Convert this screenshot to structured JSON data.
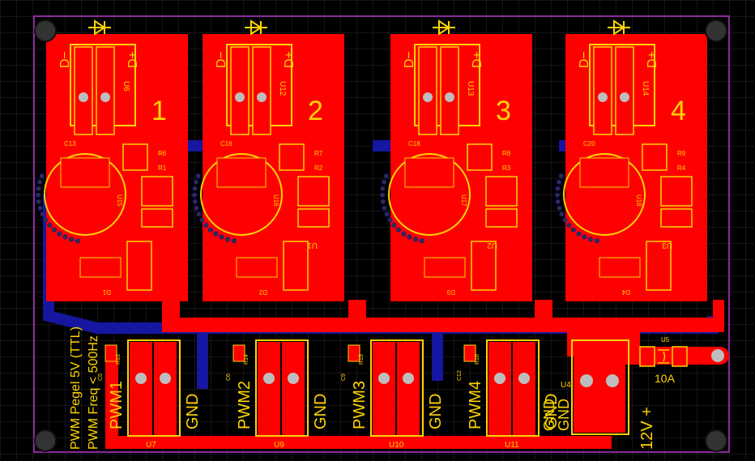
{
  "colors": {
    "background": "#000000",
    "grid": "#2a2a2a",
    "outline": "#8a2a9a",
    "copper_top": "#ff0000",
    "copper_bottom": "#1616a0",
    "silk": "#ffd400",
    "pad": "#bdbdbd",
    "mounting_hole": "#333333"
  },
  "modules": [
    {
      "number": "1",
      "diode": "D1",
      "u_label": "U6",
      "res_a": "R6",
      "res_b": "R1",
      "cap": "C13",
      "u_small": "U15"
    },
    {
      "number": "2",
      "diode": "D2",
      "u_label": "U12",
      "res_a": "R7",
      "res_b": "R2",
      "cap": "C16",
      "u_small": "U16"
    },
    {
      "number": "3",
      "diode": "D3",
      "u_label": "U13",
      "res_a": "R8",
      "res_b": "R3",
      "cap": "C18",
      "u_small": "U17"
    },
    {
      "number": "4",
      "diode": "D4",
      "u_label": "U14",
      "res_a": "R9",
      "res_b": "R4",
      "cap": "C20",
      "u_small": "U18"
    }
  ],
  "module_pins": {
    "minus": "D−",
    "plus": "D+"
  },
  "regulators": [
    "U1",
    "U2",
    "U3"
  ],
  "notes": {
    "line1": "PWM Pegel 5V (TTL)",
    "line2": "PWM Freq < 500Hz"
  },
  "connectors": [
    {
      "signal": "PWM1",
      "gnd": "GND",
      "ref": "U7",
      "res": "R13",
      "cap": "C5"
    },
    {
      "signal": "PWM2",
      "gnd": "GND",
      "ref": "U9",
      "res": "R14",
      "cap": "C6"
    },
    {
      "signal": "PWM3",
      "gnd": "GND",
      "ref": "U10",
      "res": "R15",
      "cap": "C9"
    },
    {
      "signal": "PWM4",
      "gnd": "GND",
      "ref": "U11",
      "res": "R16",
      "cap": "C12"
    }
  ],
  "power": {
    "gnd_a": "GND",
    "gnd_b": "GND",
    "ref": "U4",
    "label": "12V +",
    "fuse_ref": "U5",
    "fuse_rating": "10A"
  }
}
